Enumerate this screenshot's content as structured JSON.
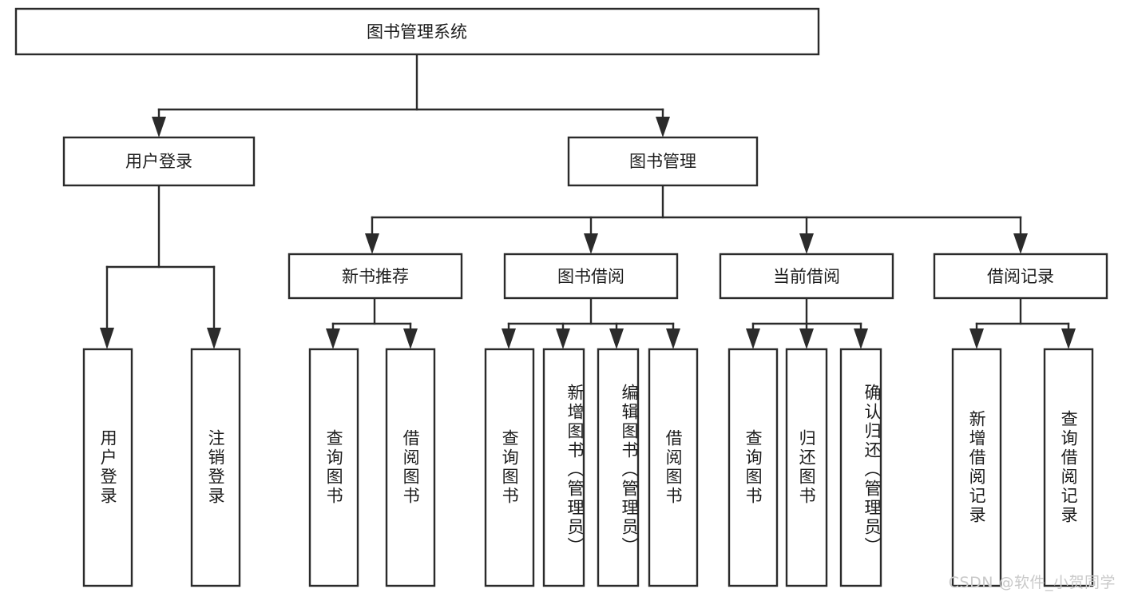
{
  "diagram": {
    "title_node": {
      "label": "图书管理系统"
    },
    "level1": [
      {
        "label": "用户登录"
      },
      {
        "label": "图书管理"
      }
    ],
    "level2": [
      {
        "label": "新书推荐"
      },
      {
        "label": "图书借阅"
      },
      {
        "label": "当前借阅"
      },
      {
        "label": "借阅记录"
      }
    ],
    "leaves": {
      "user_login": [
        {
          "label": "用户登录"
        },
        {
          "label": "注销登录"
        }
      ],
      "new_book": [
        {
          "label": "查询图书"
        },
        {
          "label": "借阅图书"
        }
      ],
      "book_borrow": [
        {
          "label": "查询图书"
        },
        {
          "label": "新增图书（管理员）"
        },
        {
          "label": "编辑图书（管理员）"
        },
        {
          "label": "借阅图书"
        }
      ],
      "current_borrow": [
        {
          "label": "查询图书"
        },
        {
          "label": "归还图书"
        },
        {
          "label": "确认归还（管理员）"
        }
      ],
      "borrow_record": [
        {
          "label": "新增借阅记录"
        },
        {
          "label": "查询借阅记录"
        }
      ]
    }
  },
  "watermark": {
    "text": "CSDN @软件_小贺同学"
  },
  "colors": {
    "box_stroke": "#2b2b2b",
    "box_fill": "#ffffff",
    "text": "#1c1c1c",
    "watermark": "#c9c9c9",
    "background": "#ffffff"
  }
}
